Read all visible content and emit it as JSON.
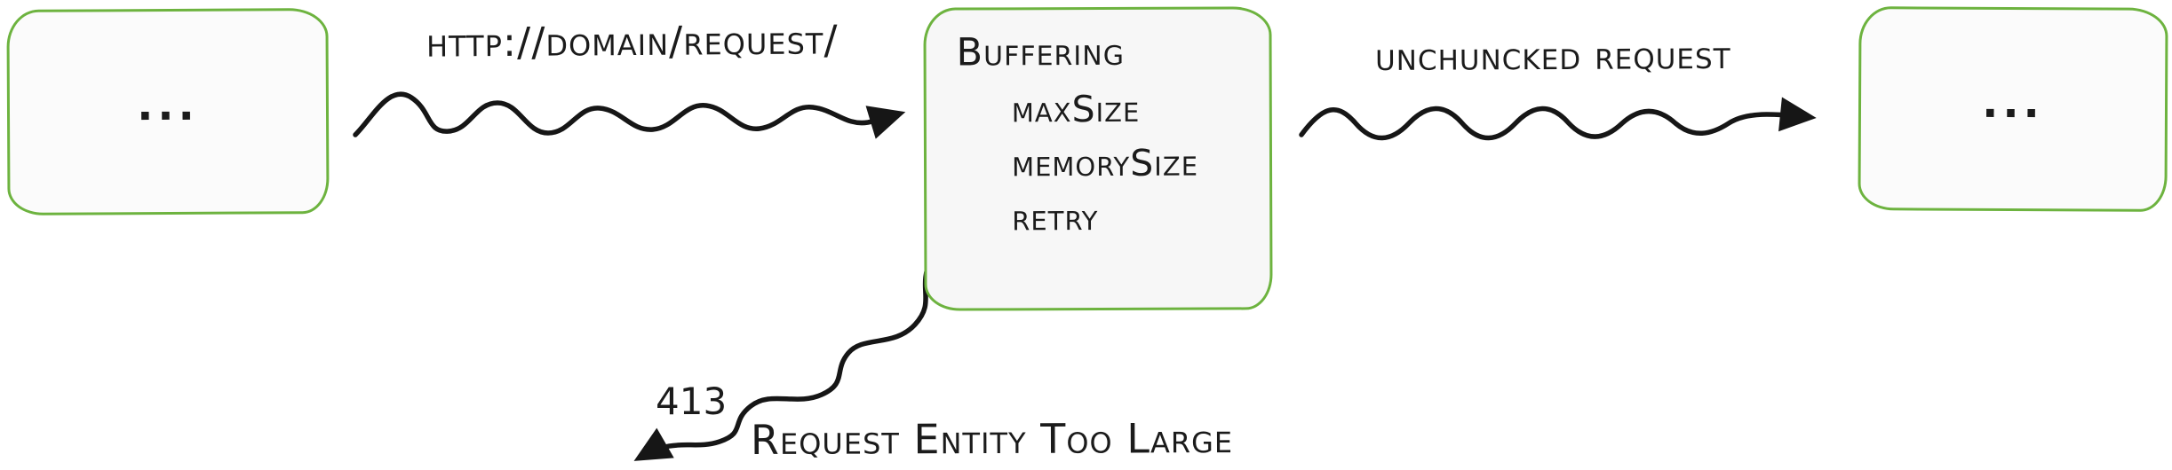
{
  "diagram": {
    "nodes": {
      "left": {
        "label": "..."
      },
      "middle": {
        "title": "Buffering",
        "items": [
          "maxSize",
          "memorySize",
          "retry"
        ]
      },
      "right": {
        "label": "..."
      }
    },
    "edges": {
      "request": {
        "label": "http://domain/request/"
      },
      "unchunked": {
        "label": "unchuncked request"
      },
      "error": {
        "code": "413",
        "label": "Request Entity Too Large"
      }
    },
    "colors": {
      "box_border": "#6db33f",
      "ink": "#1b1b1b",
      "box_fill": "#f7f7f7"
    }
  }
}
